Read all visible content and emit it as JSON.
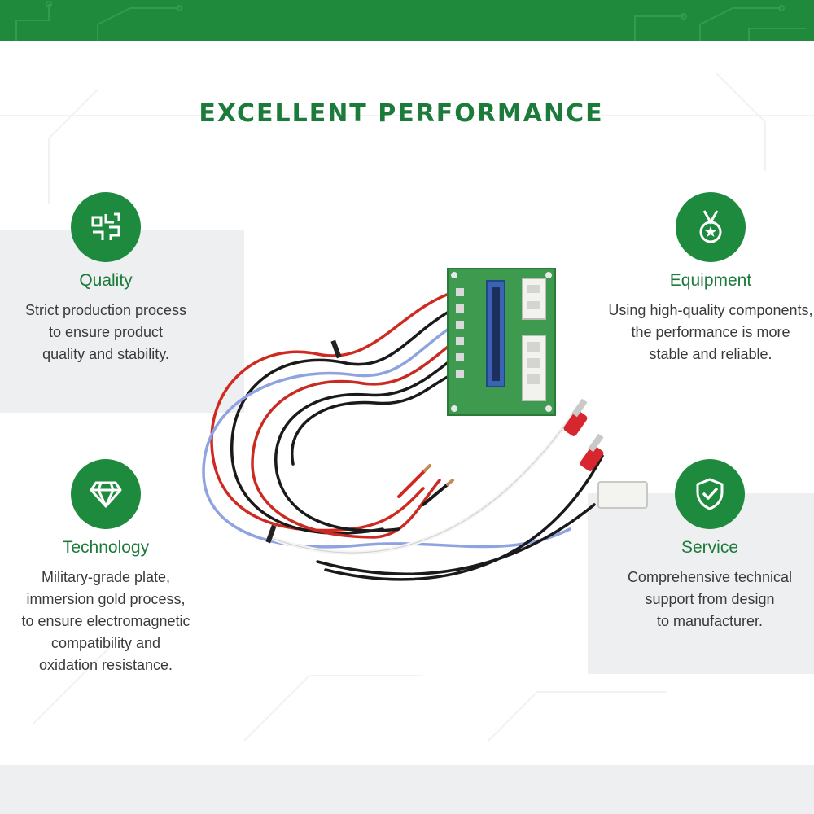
{
  "heading": "EXCELLENT PERFORMANCE",
  "colors": {
    "brand_green": "#1e8a3e",
    "panel_gray": "#eeeff0",
    "text": "#3a3a3a"
  },
  "features": [
    {
      "icon": "circuit-board-icon",
      "title": "Quality",
      "lines": [
        "Strict production process",
        "to ensure product",
        "quality and stability."
      ]
    },
    {
      "icon": "medal-icon",
      "title": "Equipment",
      "lines": [
        "Using high-quality components,",
        "the performance is more",
        "stable and reliable."
      ]
    },
    {
      "icon": "diamond-icon",
      "title": "Technology",
      "lines": [
        "Military-grade plate,",
        "immersion gold process,",
        "to ensure electromagnetic",
        "compatibility and",
        "oxidation resistance."
      ]
    },
    {
      "icon": "shield-check-icon",
      "title": "Service",
      "lines": [
        "Comprehensive technical",
        "support from design",
        "to manufacturer."
      ]
    }
  ],
  "product": {
    "image": "circuit-board-wire-harness"
  }
}
